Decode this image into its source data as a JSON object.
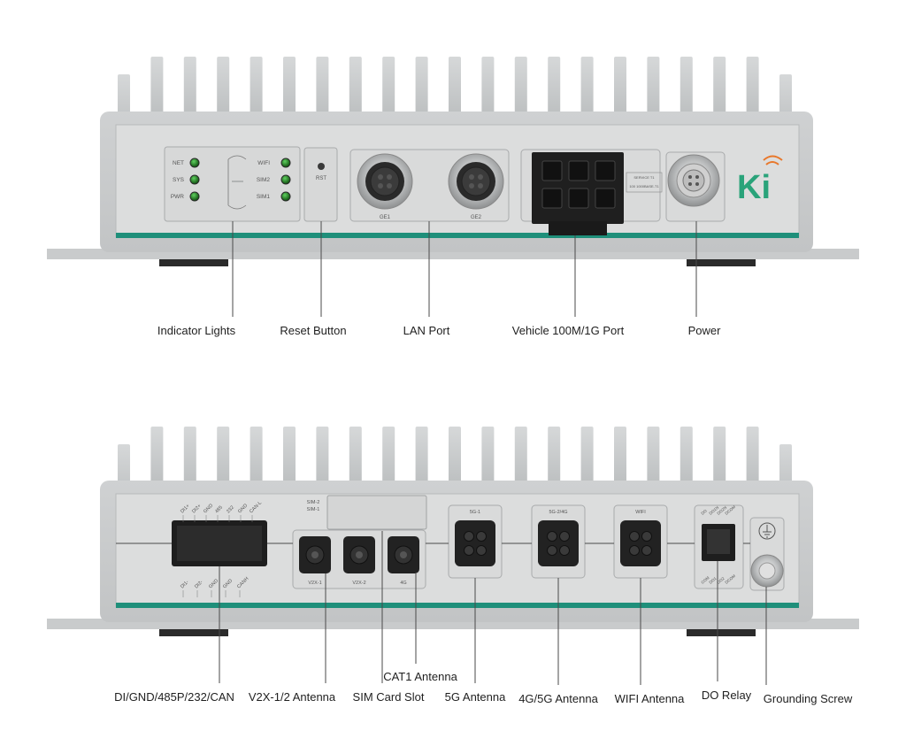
{
  "front": {
    "led_left": [
      "NET",
      "SYS",
      "PWR"
    ],
    "led_right": [
      "WIFI",
      "SIM2",
      "SIM1"
    ],
    "reset_text": "RST",
    "lan_ports": [
      "GE1",
      "GE2"
    ],
    "vehicle_port_small_text": [
      "SERVICE T1",
      "100 1000BASE-T1"
    ],
    "brand_logo_text": "Ki",
    "callouts": {
      "indicator_lights": "Indicator Lights",
      "reset_button": "Reset Button",
      "lan_port": "LAN Port",
      "vehicle_port": "Vehicle 100M/1G Port",
      "power": "Power"
    }
  },
  "rear": {
    "db_top_pins": [
      "DI1+",
      "DI2+",
      "GND",
      "485",
      "232",
      "GND",
      "CAN-L"
    ],
    "db_bottom_pins": [
      "DI1-",
      "DI2-",
      "GND",
      "GND",
      "CANH"
    ],
    "sim_labels": [
      "SIM-2",
      "SIM-1"
    ],
    "small_antennas": [
      "V2X-1",
      "V2X-2",
      "4G"
    ],
    "large_antennas": [
      "5G-1",
      "5G-2/4G",
      "WIFI"
    ],
    "relay_top": [
      "DO",
      "DO1N",
      "DO2N",
      "DCOM"
    ],
    "relay_bottom": [
      "COM",
      "DO1",
      "DO2",
      "DCOM"
    ],
    "callouts": {
      "di_gnd": "DI/GND/485P/232/CAN",
      "v2x": "V2X-1/2 Antenna",
      "sim_slot": "SIM Card Slot",
      "cat1": "CAT1 Antenna",
      "ant_5g": "5G Antenna",
      "ant_4g5g": "4G/5G Antenna",
      "wifi": "WIFI Antenna",
      "do_relay": "DO Relay",
      "ground": "Grounding Screw"
    }
  },
  "colors": {
    "chassis": "#c8cacb",
    "panel": "#dfe0e0",
    "teal_stripe": "#1f8f7a",
    "led_green": "#1f7a1f",
    "logo_green": "#2aa37a",
    "logo_orange": "#e8772a"
  }
}
